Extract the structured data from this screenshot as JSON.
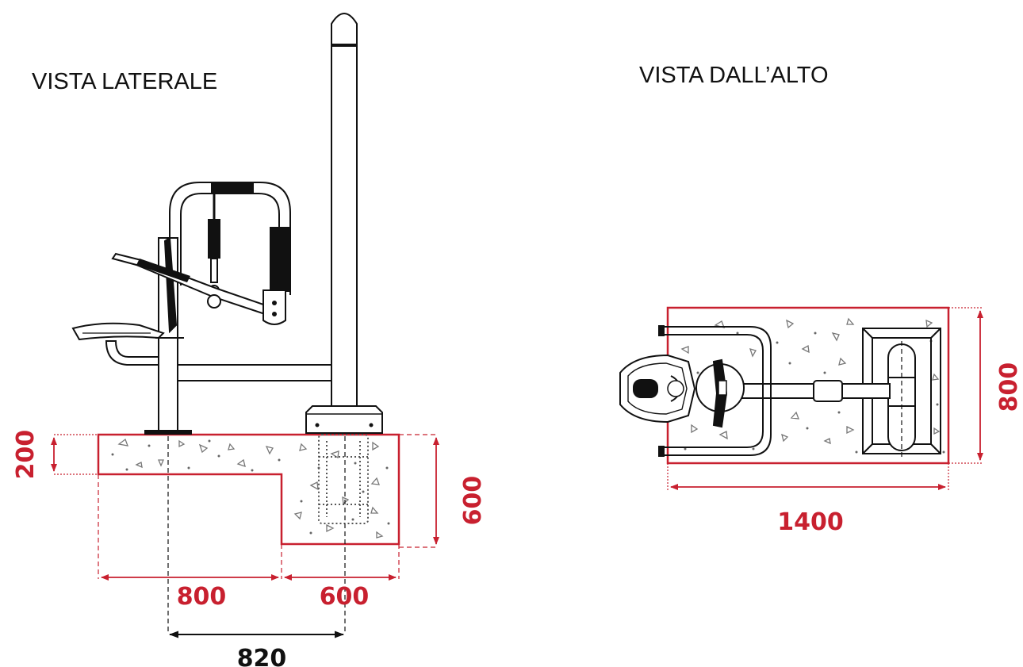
{
  "views": {
    "side_title": "VISTA LATERALE",
    "top_title": "VISTA DALL’ALTO"
  },
  "dimensions": {
    "side_slab_height": "200",
    "side_footing_depth": "600",
    "side_slab_length": "800",
    "side_footing_width": "600",
    "side_axis_distance": "820",
    "top_width": "800",
    "top_length": "1400"
  },
  "colors": {
    "dimension_red": "#c8202f",
    "drawing_black": "#111111"
  }
}
